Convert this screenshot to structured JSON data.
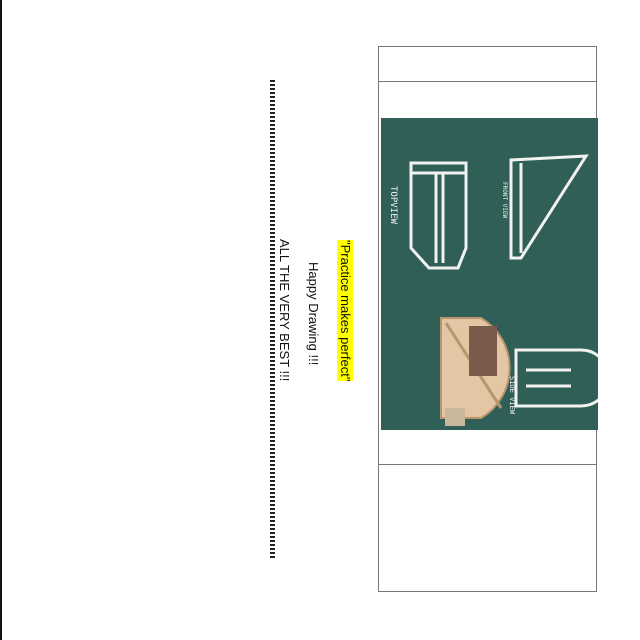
{
  "document": {
    "quote": "\"Practice makes perfect\"",
    "greeting": "Happy Drawing !!!",
    "wishes": "ALL THE VERY BEST !!!"
  },
  "photo": {
    "labels": {
      "top_view": "TOPVIEW",
      "front_view": "FRONT VIEW",
      "side_view": "SIDE VIEW"
    },
    "colors": {
      "board": "#2f5f56",
      "chalk": "#f2f2f2",
      "protractor": "#e3c7a5"
    }
  }
}
